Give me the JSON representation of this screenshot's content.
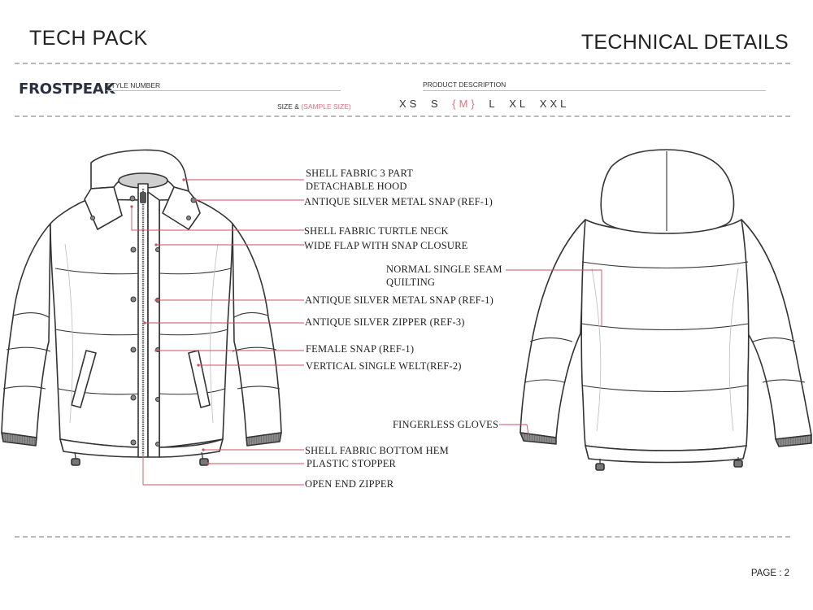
{
  "header": {
    "title_left": "TECH PACK",
    "title_right": "TECHNICAL DETAILS"
  },
  "info": {
    "brand": "FROSTPEAK",
    "style_number_label": "STYLE NUMBER",
    "product_description_label": "PRODUCT DESCRIPTION",
    "size_label": "SIZE &",
    "sample_size_label": "(SAMPLE SIZE)",
    "sizes": [
      "XS",
      "S",
      "{M}",
      "L",
      "XL",
      "XXL"
    ],
    "selected_size": "M"
  },
  "callouts": {
    "shell_fabric_hood_line1": "SHELL FABRIC 3 PART",
    "shell_fabric_hood_line2": "DETACHABLE HOOD",
    "metal_snap_collar": "ANTIQUE SILVER METAL SNAP (REF-1)",
    "turtle_neck": "SHELL FABRIC TURTLE NECK",
    "wide_flap": "WIDE FLAP WITH SNAP CLOSURE",
    "metal_snap_front": "ANTIQUE SILVER METAL SNAP (REF-1)",
    "zipper": "ANTIQUE SILVER ZIPPER (REF-3)",
    "female_snap": "FEMALE SNAP (REF-1)",
    "welt_pocket": "VERTICAL SINGLE WELT(REF-2)",
    "bottom_hem": "SHELL FABRIC BOTTOM HEM",
    "stopper": "PLASTIC STOPPER",
    "open_end_zipper": "OPEN END ZIPPER",
    "quilting_line1": "NORMAL SINGLE SEAM",
    "quilting_line2": "QUILTING",
    "gloves": "FINGERLESS GLOVES"
  },
  "colors": {
    "accent": "#e0717f",
    "leader": "#c9505e",
    "outline": "#333333",
    "divider": "#b9b9b9"
  },
  "footer": {
    "page": "PAGE : 2"
  }
}
